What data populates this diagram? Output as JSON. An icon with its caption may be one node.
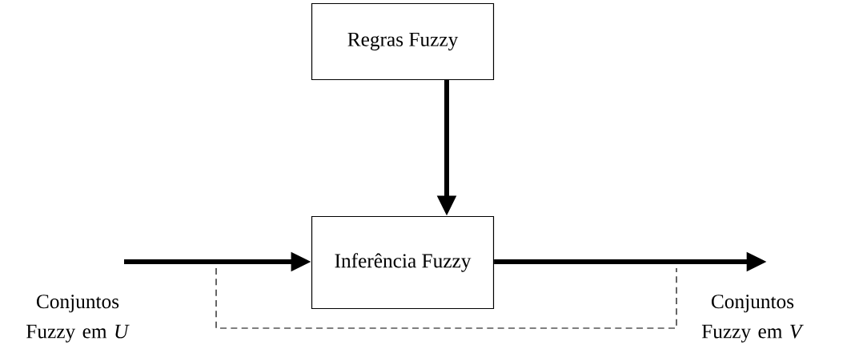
{
  "diagram": {
    "nodes": [
      {
        "text": [
          "Regras Fuzzy"
        ]
      },
      {
        "text": [
          "Inferência Fuzzy"
        ]
      }
    ],
    "edges": [
      {
        "from": 0,
        "to": 1,
        "arrow": "to"
      },
      {
        "from": null,
        "to": 1,
        "arrow": "to"
      },
      {
        "from": 1,
        "to": null,
        "arrow": "to"
      }
    ],
    "labels": [
      "Conjuntos Fuzzy em *U*",
      "Conjuntos Fuzzy em *V*"
    ]
  }
}
